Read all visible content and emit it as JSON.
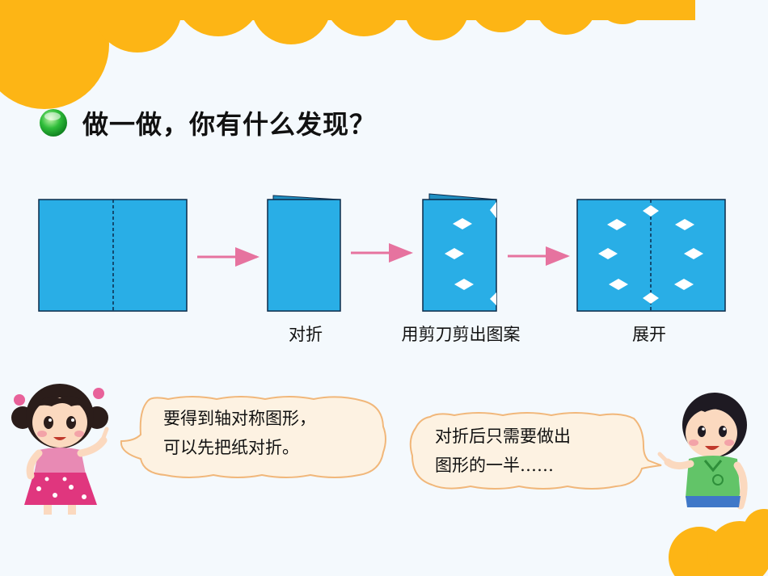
{
  "heading": {
    "text": "做一做，你有什么发现？",
    "bullet_icon": "green-ball-icon"
  },
  "steps": [
    {
      "caption": ""
    },
    {
      "caption": "对折"
    },
    {
      "caption": "用剪刀剪出图案"
    },
    {
      "caption": "展开"
    }
  ],
  "speech": {
    "girl": {
      "line1": "要得到轴对称图形，",
      "line2": "可以先把纸对折。"
    },
    "boy": {
      "line1": "对折后只需要做出",
      "line2": "图形的一半……"
    }
  },
  "colors": {
    "paper": "#29aee6",
    "arrow": "#e6739f",
    "accent": "#fdb515",
    "bubble": "#fdf2e2",
    "bubble_border": "#f1b77a"
  }
}
